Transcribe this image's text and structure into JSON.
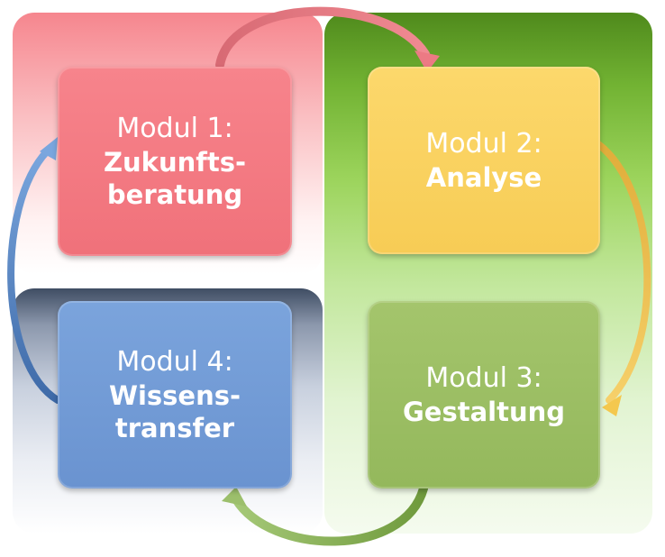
{
  "modules": [
    {
      "title": "Modul 1:",
      "name_line1": "Zukunfts-",
      "name_line2": "beratung",
      "color": "#f0717a"
    },
    {
      "title": "Modul 2:",
      "name_line1": "Analyse",
      "name_line2": "",
      "color": "#f7cc55"
    },
    {
      "title": "Modul 3:",
      "name_line1": "Gestaltung",
      "name_line2": "",
      "color": "#94b85c"
    },
    {
      "title": "Modul 4:",
      "name_line1": "Wissens-",
      "name_line2": "transfer",
      "color": "#6a93d0"
    }
  ],
  "colors": {
    "pink_panel": "#f6868e",
    "green_panel": "#72b333",
    "slate_panel": "#3f4d63",
    "arrow_pink": "#e8747e",
    "arrow_yellow": "#f0c24a",
    "arrow_green": "#8db457",
    "arrow_blue": "#5f8ccc"
  },
  "flow": [
    "Modul 1 → Modul 2",
    "Modul 2 → Modul 3",
    "Modul 3 → Modul 4",
    "Modul 4 → Modul 1"
  ]
}
